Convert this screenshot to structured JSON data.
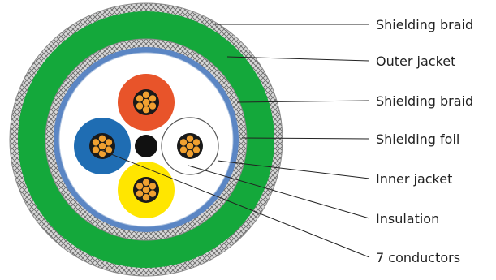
{
  "labels": {
    "shielding_braid_outer": "Shielding braid",
    "outer_jacket": "Outer jacket",
    "shielding_braid_inner": "Shielding braid",
    "shielding_foil": "Shielding foil",
    "inner_jacket": "Inner jacket",
    "insulation": "Insulation",
    "conductors": "7 conductors"
  },
  "colors": {
    "braid_fill": "#d9d9d9",
    "braid_line": "#6a6a6a",
    "outer_jacket": "#14a83b",
    "foil": "#5b86c4",
    "inner_jacket": "#ffffff",
    "core_orange": "#e8542a",
    "core_blue": "#1f6db3",
    "core_white": "#ffffff",
    "core_yellow": "#ffe600",
    "filler": "#111111",
    "conductor_strand": "#f0a030",
    "leader_line": "#222222"
  },
  "icons": {
    "core": "insulated-core-icon",
    "strand": "copper-strand-icon"
  }
}
